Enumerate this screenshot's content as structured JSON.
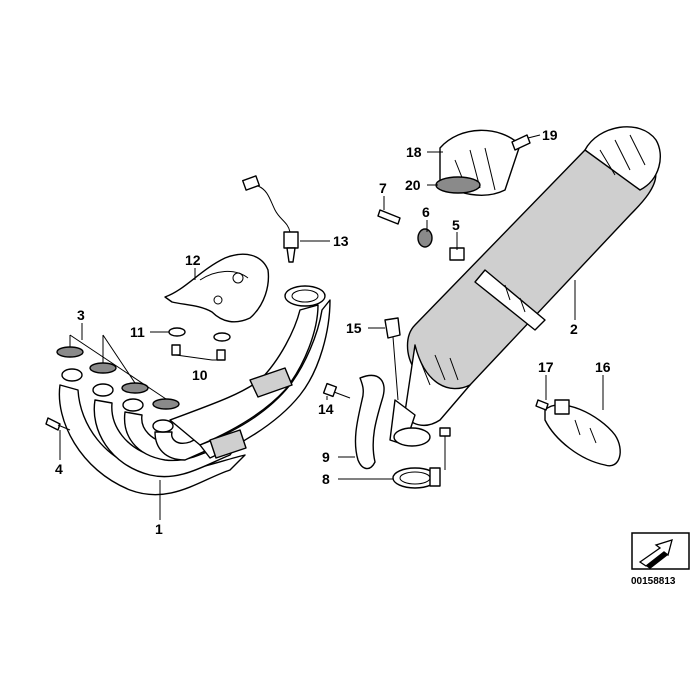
{
  "callouts": [
    {
      "id": "c1",
      "label": "1"
    },
    {
      "id": "c2",
      "label": "2"
    },
    {
      "id": "c3",
      "label": "3"
    },
    {
      "id": "c4",
      "label": "4"
    },
    {
      "id": "c5",
      "label": "5"
    },
    {
      "id": "c6",
      "label": "6"
    },
    {
      "id": "c7",
      "label": "7"
    },
    {
      "id": "c8",
      "label": "8"
    },
    {
      "id": "c9",
      "label": "9"
    },
    {
      "id": "c10",
      "label": "10"
    },
    {
      "id": "c11",
      "label": "11"
    },
    {
      "id": "c12",
      "label": "12"
    },
    {
      "id": "c13",
      "label": "13"
    },
    {
      "id": "c14",
      "label": "14"
    },
    {
      "id": "c15",
      "label": "15"
    },
    {
      "id": "c16",
      "label": "16"
    },
    {
      "id": "c17",
      "label": "17"
    },
    {
      "id": "c18",
      "label": "18"
    },
    {
      "id": "c19",
      "label": "19"
    },
    {
      "id": "c20",
      "label": "20"
    }
  ],
  "reference_code": "00158813",
  "colors": {
    "line": "#000000",
    "background": "#ffffff",
    "part_fill": "#cfcfcf",
    "part_dark": "#8a8a8a"
  }
}
